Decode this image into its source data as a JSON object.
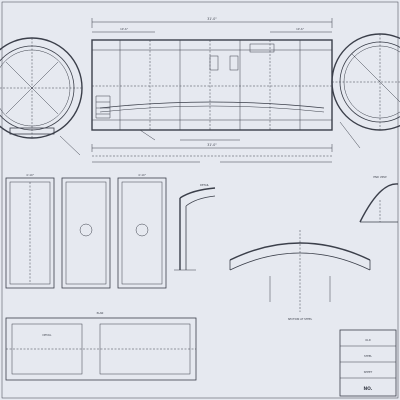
{
  "sheet": {
    "background": "#e6e9f0",
    "ink": "#3b3f4a"
  },
  "labels": {
    "dim_top_overall": "31'-0\"",
    "dim_top_left": "10'-6\"",
    "dim_top_right": "10'-6\"",
    "dim_bottom_overall": "31'-0\"",
    "dim_mid_left": "4'-10\"",
    "dim_mid_right": "4'-10\"",
    "section_caption": "SECTION AT STEEL",
    "detail_caption_1": "DETAIL",
    "detail_caption_2": "DETAIL",
    "end_view_caption": "END VIEW",
    "plan_caption": "PLAN",
    "title_block_line_1": "OLD",
    "title_block_line_2": "STEEL",
    "title_block_line_3": "SHEET",
    "title_block_no": "NO."
  }
}
